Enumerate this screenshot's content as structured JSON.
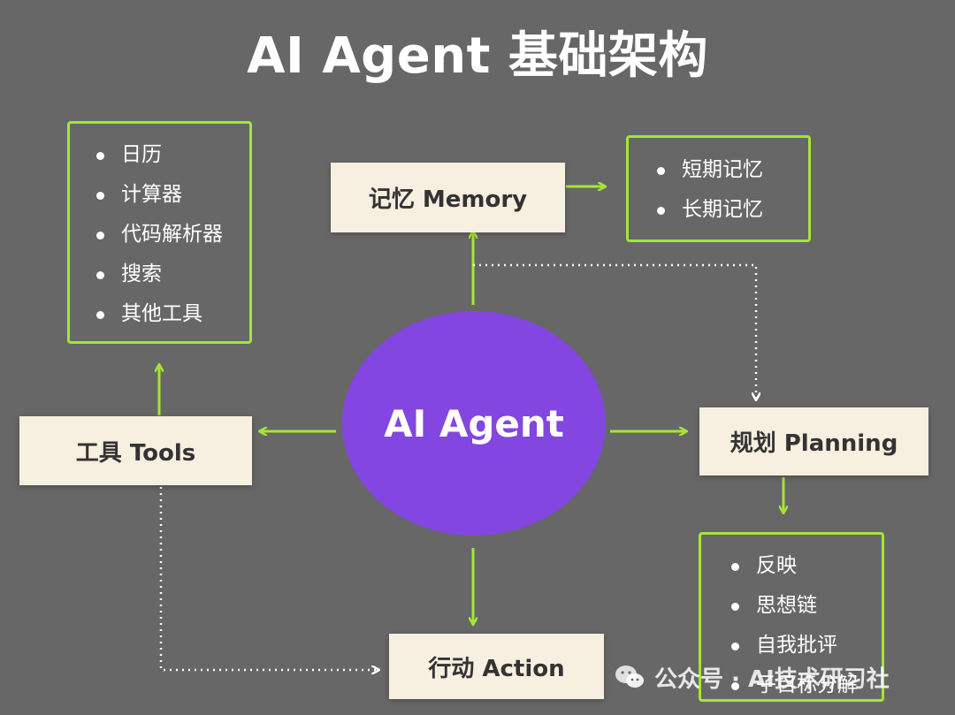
{
  "title": "AI Agent 基础架构",
  "center": "AI Agent",
  "nodes": {
    "memory": "记忆 Memory",
    "tools": "工具 Tools",
    "planning": "规划 Planning",
    "action": "行动 Action"
  },
  "tools_list": [
    "日历",
    "计算器",
    "代码解析器",
    "搜索",
    "其他工具"
  ],
  "memory_list": [
    "短期记忆",
    "长期记忆"
  ],
  "planning_list": [
    "反映",
    "思想链",
    "自我批评",
    "子目标分解"
  ],
  "watermark": "公众号 · AI技术研习社",
  "colors": {
    "background": "#676767",
    "accent": "#a3e635",
    "center": "#8346e0",
    "box": "#f7efdf"
  }
}
